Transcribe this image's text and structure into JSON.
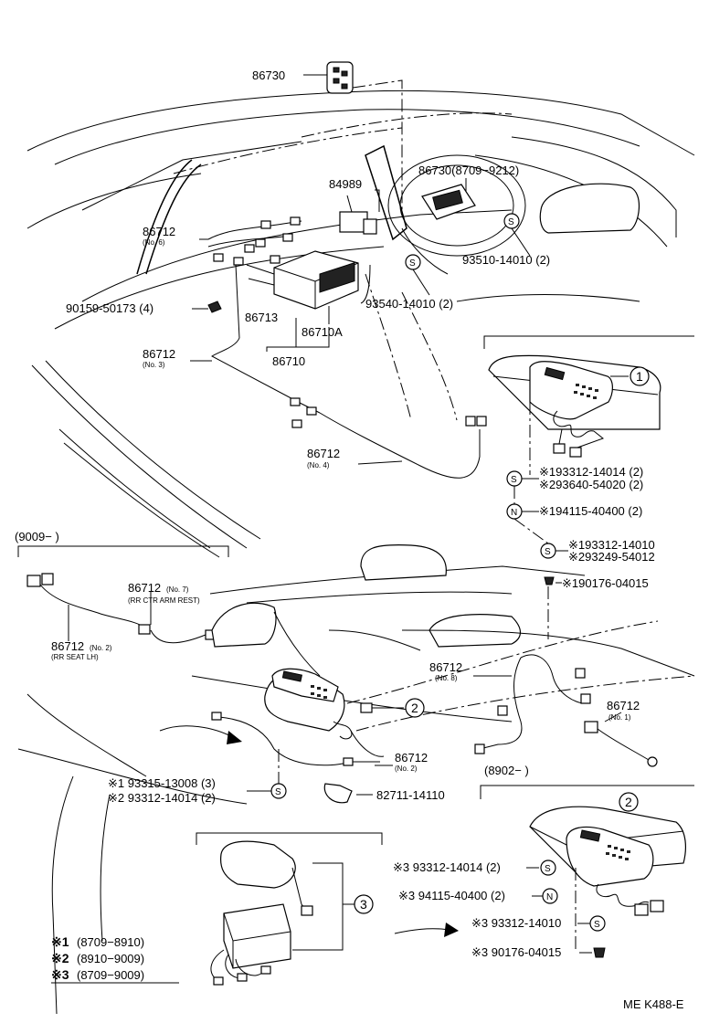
{
  "parts": {
    "p86730_top": "86730",
    "p86730_range": "86730(8709−9212)",
    "p84989": "84989",
    "p86712_no6": "86712",
    "no6": "(No. 6)",
    "p90159": "90159-50173 (4)",
    "p86713": "86713",
    "p86710A": "86710A",
    "p86710": "86710",
    "p86712_no3": "86712",
    "no3": "(No. 3)",
    "p93510": "93510-14010 (2)",
    "p93540": "93540-14010 (2)",
    "p86712_no4": "86712",
    "no4": "(No. 4)",
    "r1_a": "※193312-14014 (2)",
    "r1_b": "※293640-54020 (2)",
    "r1_c": "※194115-40400 (2)",
    "r1_d": "※193312-14010",
    "r1_e": "※293249-54012",
    "r1_f": "※190176-04015",
    "range9009": "(9009−        )",
    "p86712_no7": "86712",
    "no7": "(No. 7)",
    "rr_ctr": "(RR CTR ARM REST)",
    "p86712_no2a": "86712",
    "no2a": "(No. 2)",
    "rr_seat": "(RR SEAT LH)",
    "p86712_no8": "86712",
    "no8": "(No. 8)",
    "p86712_no1": "86712",
    "no1": "(No. 1)",
    "p86712_no2b": "86712",
    "no2b": "(No. 2)",
    "p93315": "※1 93315-13008 (3)",
    "p93312_2": "※2 93312-14014 (2)",
    "p82711": "82711-14110",
    "range8902": "(8902−        )",
    "l3_a": "※3 93312-14014 (2)",
    "l3_b": "※3 94115-40400 (2)",
    "l3_c": "※3 93312-14010",
    "l3_d": "※3 90176-04015",
    "key1_mark": "※1",
    "key1": "(8709−8910)",
    "key2_mark": "※2",
    "key2": "(8910−9009)",
    "key3_mark": "※3",
    "key3": "(8709−9009)",
    "footer": "ME K488-E"
  },
  "callouts": {
    "c1": "1",
    "c2": "2",
    "c3": "3"
  },
  "symbols": {
    "s": "S",
    "n": "N"
  }
}
